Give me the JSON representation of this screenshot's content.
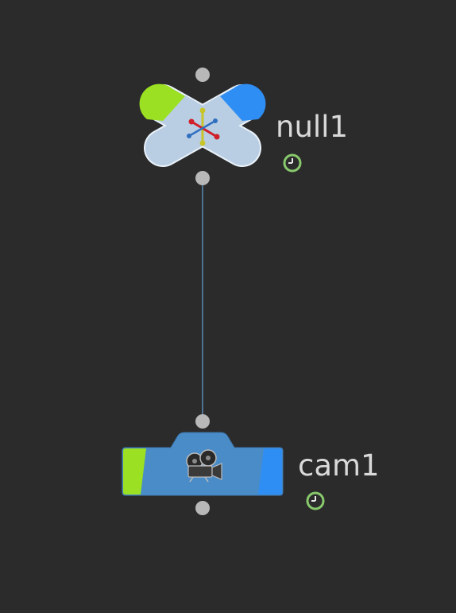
{
  "nodes": [
    {
      "name": "null1",
      "type": "null",
      "time_dependent_icon": "clock-icon",
      "colors": {
        "body": "#b9cee3",
        "outline": "#eaf2fa",
        "display_flag": "#9be022",
        "render_flag": "#2f8ef3",
        "icon_red": "#d0202a",
        "icon_blue": "#2f6fc0",
        "icon_yellow": "#c7c52a",
        "clock": "#88c96c"
      }
    },
    {
      "name": "cam1",
      "type": "camera",
      "time_dependent_icon": "clock-icon",
      "icon": "movie-camera-icon",
      "colors": {
        "body": "#4a8cc8",
        "display_flag": "#9be022",
        "render_flag": "#2f8ef3",
        "clock": "#88c96c"
      }
    }
  ],
  "connections": [
    {
      "from": "null1",
      "to": "cam1",
      "color": "#5a8bb3"
    }
  ],
  "colors": {
    "background": "#2b2b2b",
    "connector": "#b8b8b8",
    "label": "#d9d9d9"
  }
}
